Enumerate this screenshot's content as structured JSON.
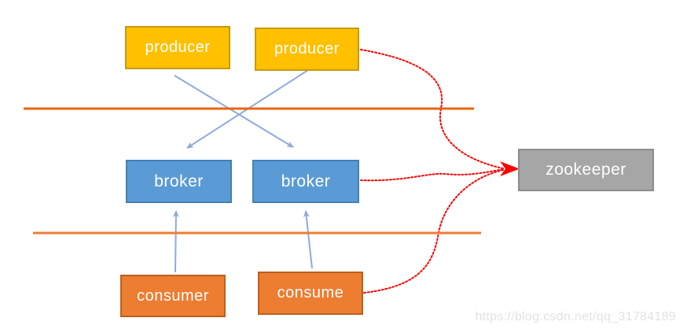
{
  "diagram": {
    "nodes": [
      {
        "id": "producer-1",
        "label": "producer",
        "type": "producer"
      },
      {
        "id": "producer-2",
        "label": "producer",
        "type": "producer"
      },
      {
        "id": "broker-1",
        "label": "broker",
        "type": "broker"
      },
      {
        "id": "broker-2",
        "label": "broker",
        "type": "broker"
      },
      {
        "id": "consumer-1",
        "label": "consumer",
        "type": "consumer"
      },
      {
        "id": "consumer-2",
        "label": "consume",
        "type": "consumer"
      },
      {
        "id": "zookeeper",
        "label": "zookeeper",
        "type": "zookeeper"
      }
    ],
    "edges": [
      {
        "from": "producer-1",
        "to": "broker-2",
        "style": "solid-blue-arrow"
      },
      {
        "from": "producer-2",
        "to": "broker-1",
        "style": "solid-blue-arrow"
      },
      {
        "from": "consumer-1",
        "to": "broker-1",
        "style": "solid-blue-arrow"
      },
      {
        "from": "consumer-2",
        "to": "broker-2",
        "style": "solid-blue-arrow"
      },
      {
        "from": "producer-2",
        "to": "zookeeper",
        "style": "dotted-red-arrow"
      },
      {
        "from": "broker-2",
        "to": "zookeeper",
        "style": "dotted-red-arrow"
      },
      {
        "from": "consumer-2",
        "to": "zookeeper",
        "style": "dotted-red-arrow"
      }
    ],
    "separators": [
      {
        "id": "separator-top"
      },
      {
        "id": "separator-bottom"
      }
    ],
    "colors": {
      "producer_fill": "#FFC000",
      "producer_border": "#C79A0C",
      "broker_fill": "#5B9BD5",
      "broker_border": "#4180B8",
      "consumer_fill": "#ED7D31",
      "consumer_border": "#BC5F1E",
      "zookeeper_fill": "#A6A6A6",
      "zookeeper_border": "#8C8C8C",
      "blue_arrow": "#8FAADC",
      "red_arrow": "#FF0000",
      "separator_top": "#E8650E",
      "separator_bottom": "#ED7D31",
      "node_text": "#FFFFFF"
    },
    "watermark": "https://blog.csdn.net/qq_31784189"
  }
}
